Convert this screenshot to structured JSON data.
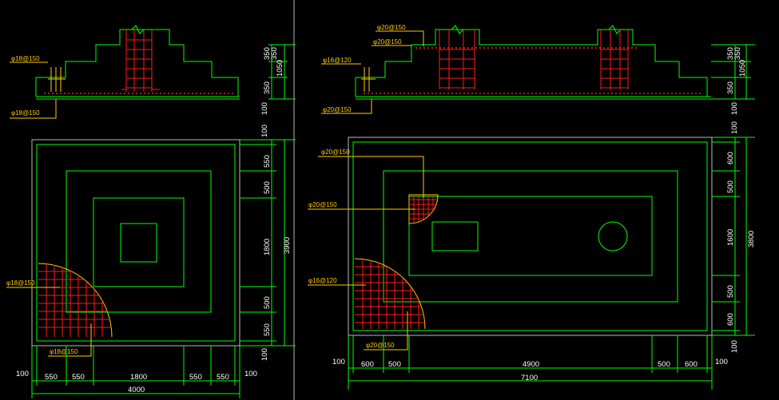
{
  "colors": {
    "outline": "#00ff00",
    "rebar": "#ff1a1a",
    "leader": "#ffcc00",
    "text": "#ffffff"
  },
  "left": {
    "section_labels": {
      "top_bar": "φ18@150",
      "bottom_bar": "φ18@150"
    },
    "section_dims": {
      "step1": "350",
      "step2": "350",
      "total": "1050",
      "base": "350",
      "pad": "100"
    },
    "plan_labels": {
      "mesh_x": "φ18@150",
      "mesh_y": "φ18@150"
    },
    "plan_dims_right": {
      "top_pad": "100",
      "a": "550",
      "b": "500",
      "c": "1800",
      "d": "500",
      "e": "550",
      "bottom_pad": "100",
      "total": "3900"
    },
    "plan_dims_bottom": {
      "pad_l": "100",
      "a": "550",
      "b": "550",
      "c": "1800",
      "d": "550",
      "e": "550",
      "pad_r": "100",
      "total": "4000"
    }
  },
  "right": {
    "section_labels": {
      "top1": "φ20@150",
      "top2": "φ20@150",
      "side": "φ16@120",
      "bottom": "φ20@150"
    },
    "section_dims": {
      "step1": "350",
      "step2": "350",
      "total": "1050",
      "base": "350",
      "pad": "100"
    },
    "plan_labels": {
      "corner_top": "φ20@150",
      "corner_mid": "φ20@150",
      "mesh_x": "φ16@120",
      "mesh_y": "φ20@150"
    },
    "plan_dims_right": {
      "top_pad": "100",
      "a": "600",
      "b": "500",
      "c": "1600",
      "d": "500",
      "e": "600",
      "bottom_pad": "100",
      "total": "3800"
    },
    "plan_dims_bottom": {
      "pad_l": "100",
      "a": "600",
      "b": "500",
      "c": "4900",
      "d": "500",
      "e": "600",
      "pad_r": "100",
      "total": "7100"
    }
  }
}
